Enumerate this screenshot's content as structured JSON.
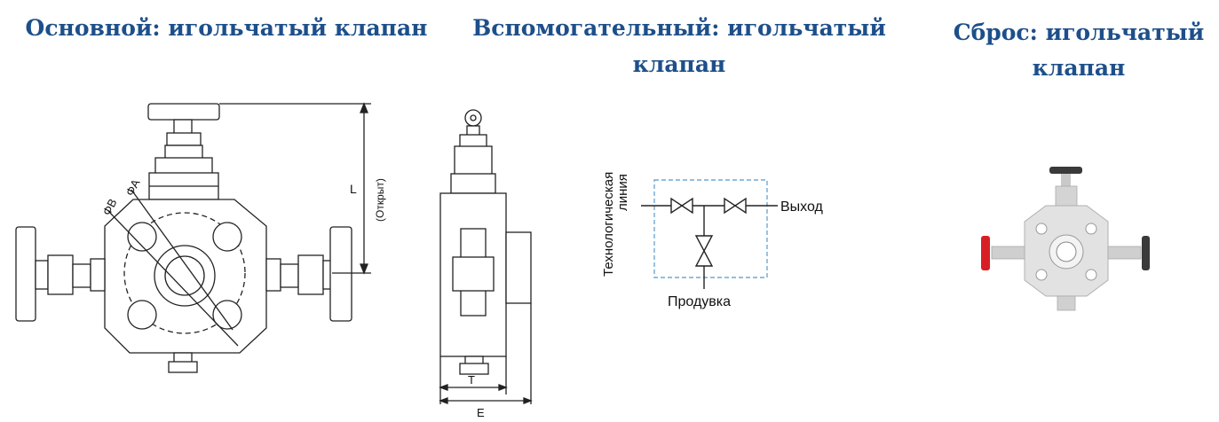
{
  "titles": {
    "main": "Основной: игольчатый клапан",
    "aux_line1": "Вспомогательный: игольчатый",
    "aux_line2": "клапан",
    "reset_line1": "Сброс: игольчатый",
    "reset_line2": "клапан"
  },
  "drawing": {
    "dim_phi_a": "ΦA",
    "dim_phi_b": "ΦB",
    "dim_l": "L",
    "dim_open": "(Открыт)",
    "dim_t": "T",
    "dim_e": "E"
  },
  "schematic": {
    "process_line_1": "Технологическая",
    "process_line_2": "линия",
    "outlet": "Выход",
    "blowdown": "Продувка",
    "boundary_color": "#6fa8d6"
  },
  "colors": {
    "title": "#1d4f8a",
    "handle_red": "#d81e25",
    "handle_dark": "#3a3a3a",
    "body_grey": "#e2e2e2"
  }
}
